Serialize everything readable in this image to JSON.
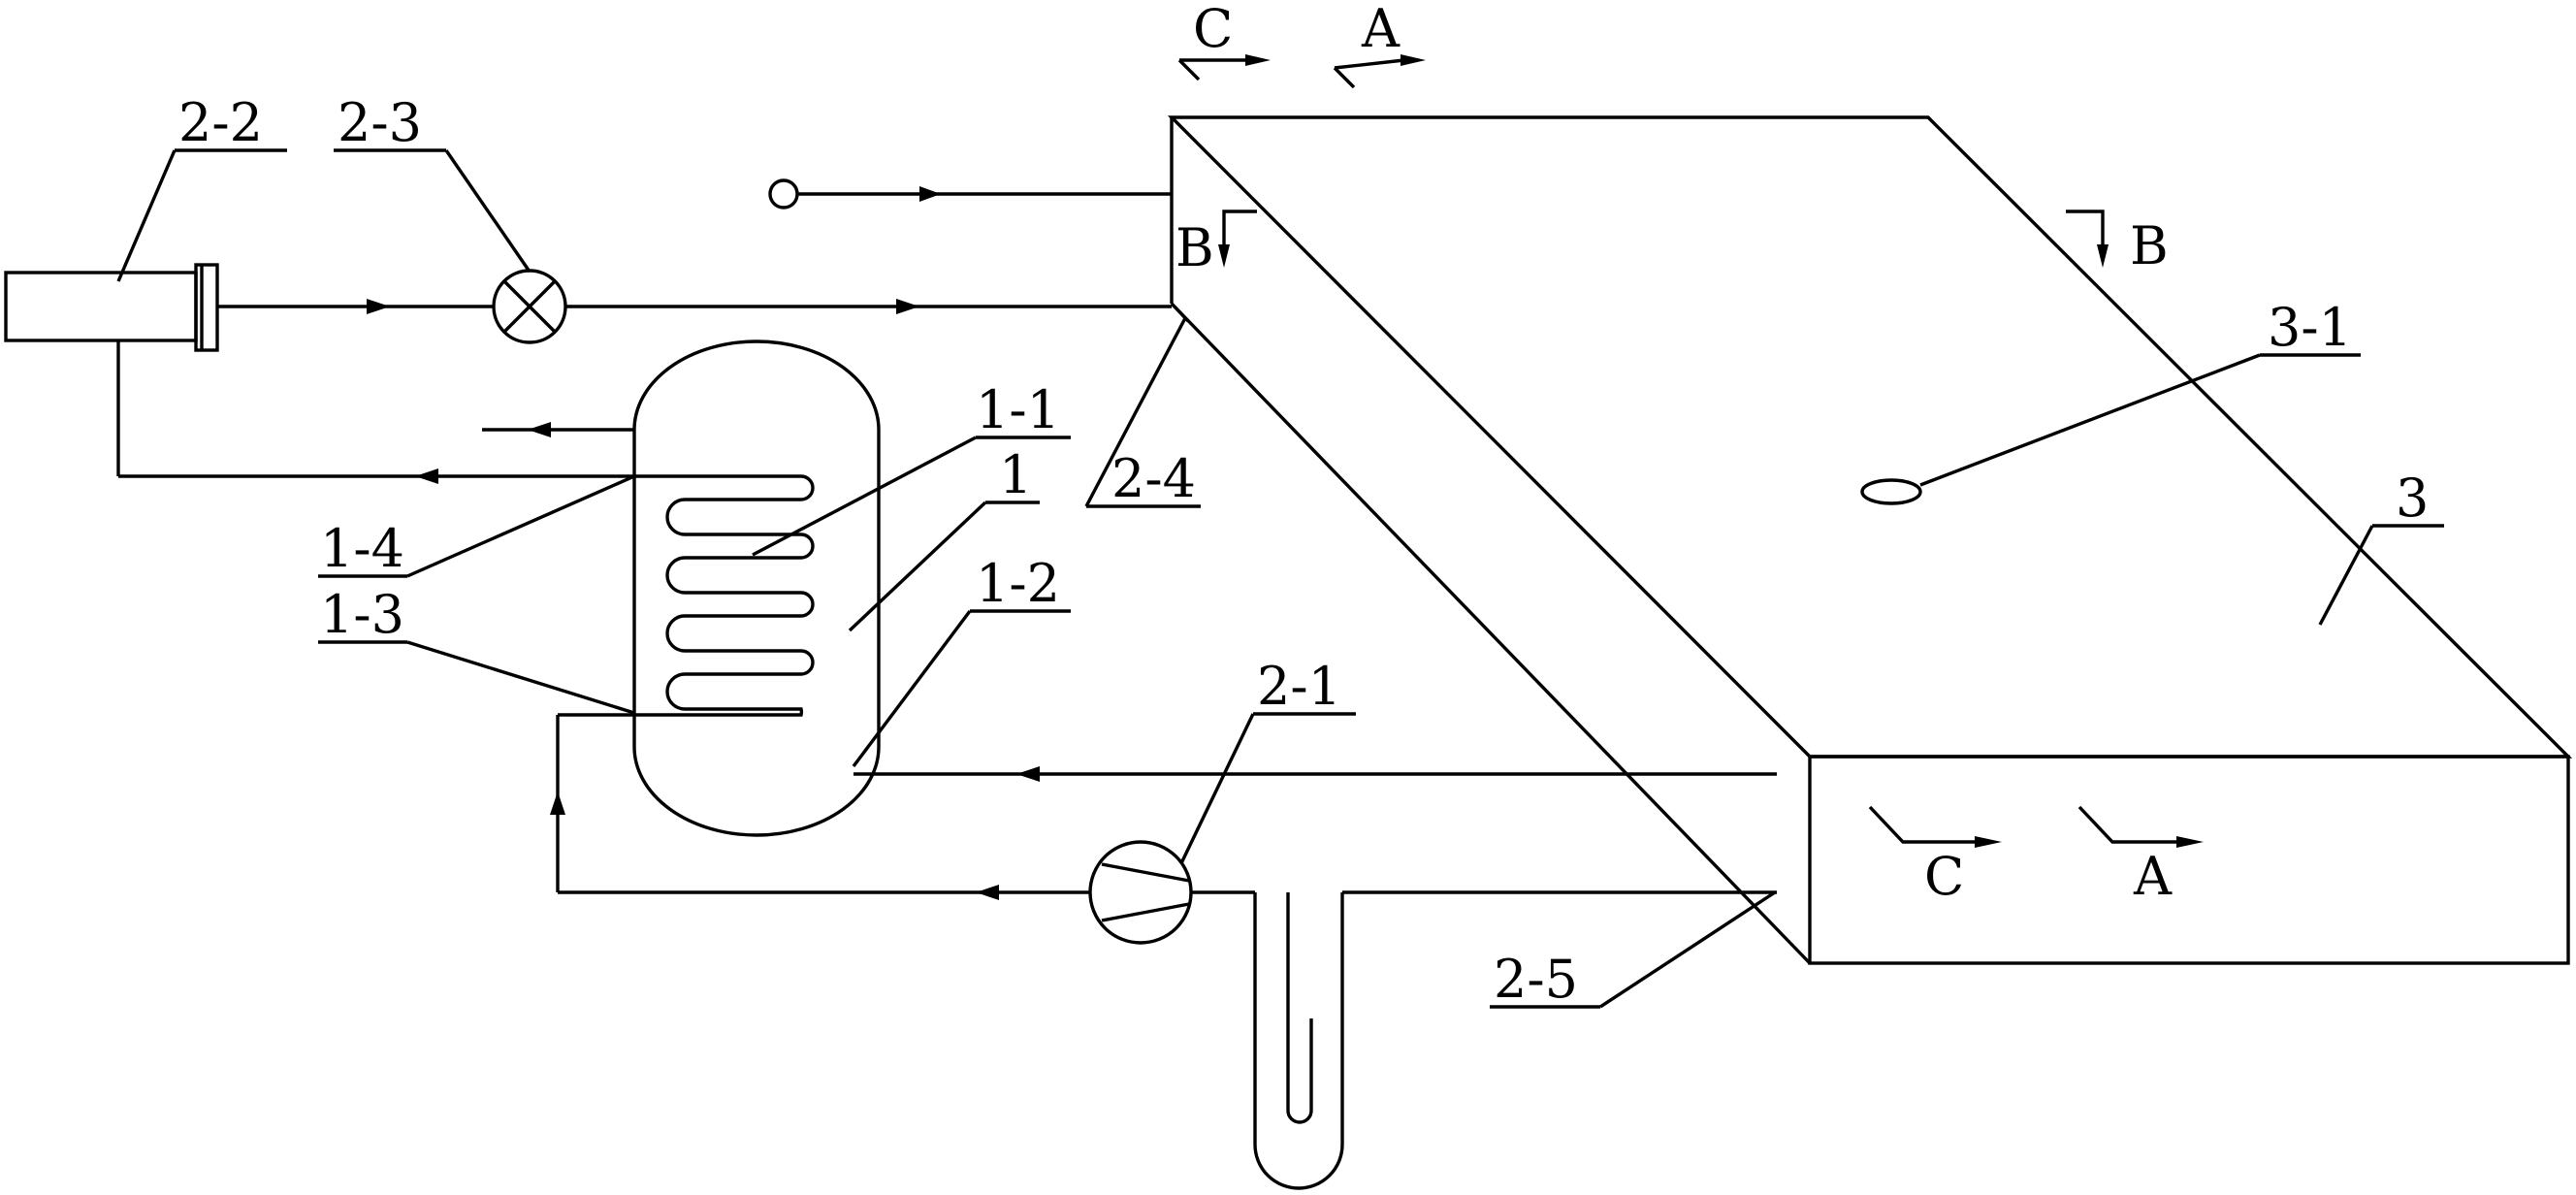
{
  "labels": {
    "component_1": "1",
    "coil_1_1": "1-1",
    "outlet_1_2": "1-2",
    "inlet_1_3": "1-3",
    "outlet_1_4": "1-4",
    "pump_2_1": "2-1",
    "tank_2_2": "2-2",
    "valve_2_3": "2-3",
    "nozzle_2_4": "2-4",
    "drain_2_5": "2-5",
    "slab_3": "3",
    "hole_3_1": "3-1"
  },
  "section_marks": {
    "a_top": "A",
    "a_bottom": "A",
    "b_left": "B",
    "b_right": "B",
    "c_top": "C",
    "c_bottom": "C"
  }
}
